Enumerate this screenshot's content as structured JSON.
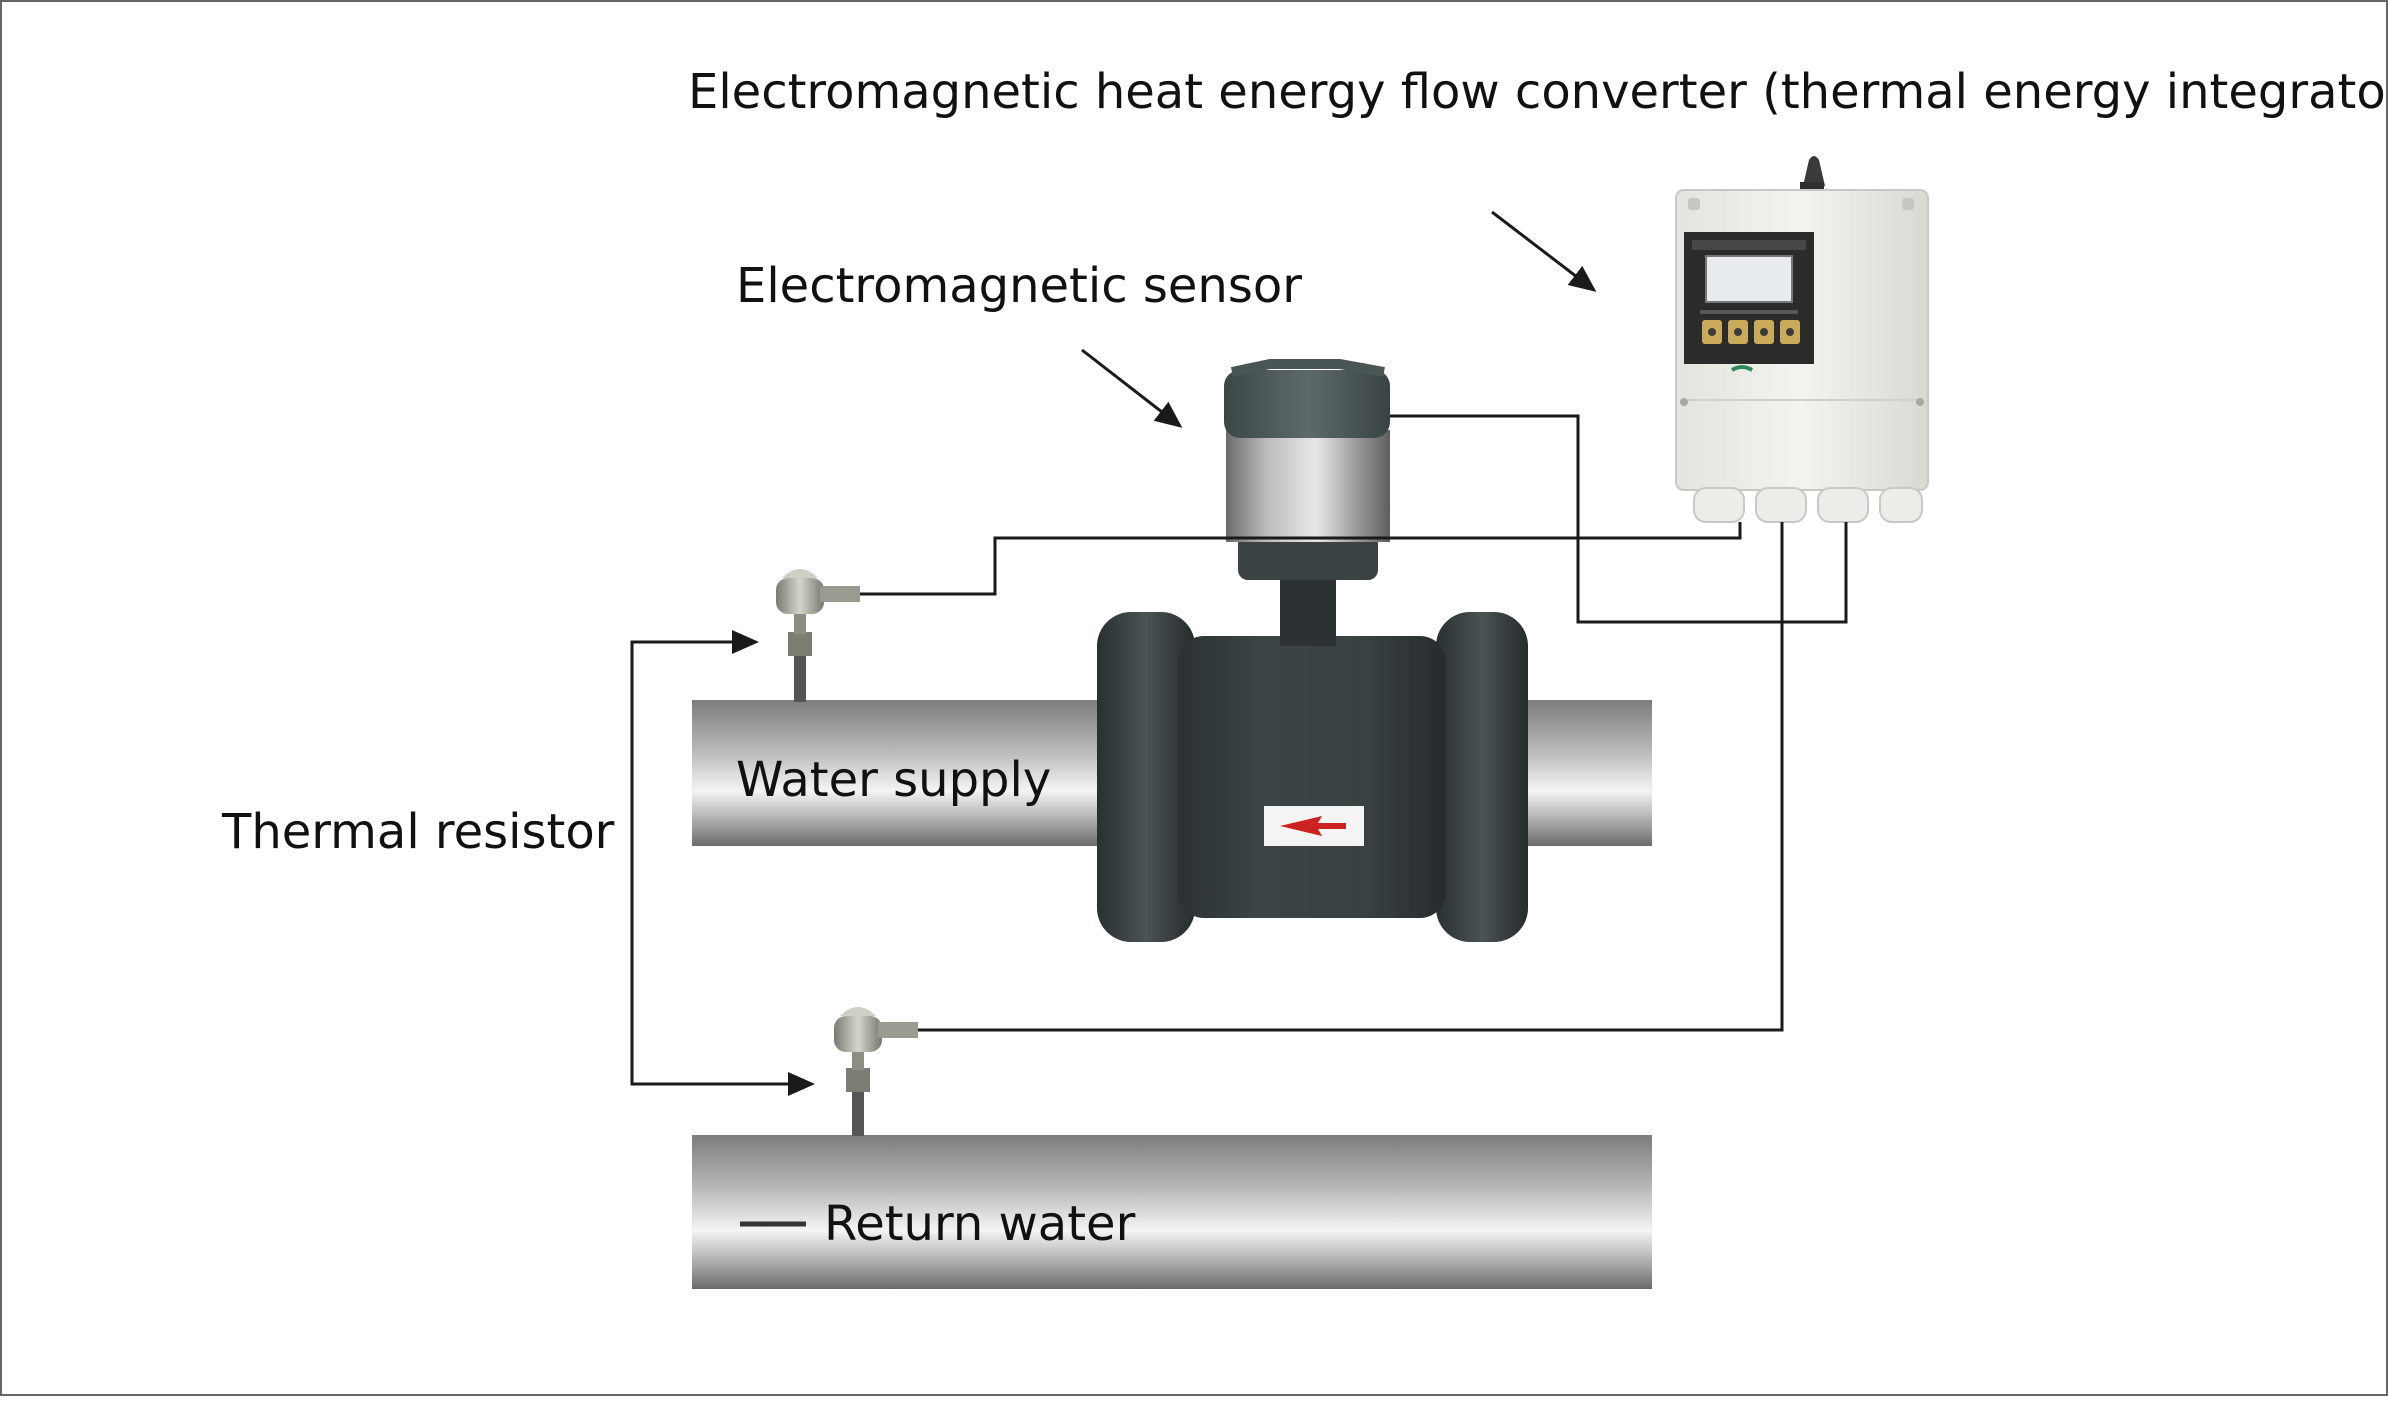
{
  "labels": {
    "converter": "Electromagnetic heat energy flow converter (thermal energy integrator)",
    "sensor": "Electromagnetic sensor",
    "water_supply": "Water supply",
    "thermal_resistor": "Thermal resistor",
    "return_water": "Return water"
  },
  "colors": {
    "pipe_mid": "#9a9a9a",
    "pipe_light": "#f2f2f2",
    "pipe_dark": "#6e6e6e",
    "meter_body": "#383e3f",
    "sensor_head": "#4f5a5c",
    "converter_box": "#eeeeea",
    "display": "#2b2b2b",
    "flow_arrow": "#cc2222",
    "wire": "#1a1a1a",
    "frame": "#666666"
  },
  "icons": [
    "flow-direction-arrow-icon",
    "converter-button-icon"
  ]
}
